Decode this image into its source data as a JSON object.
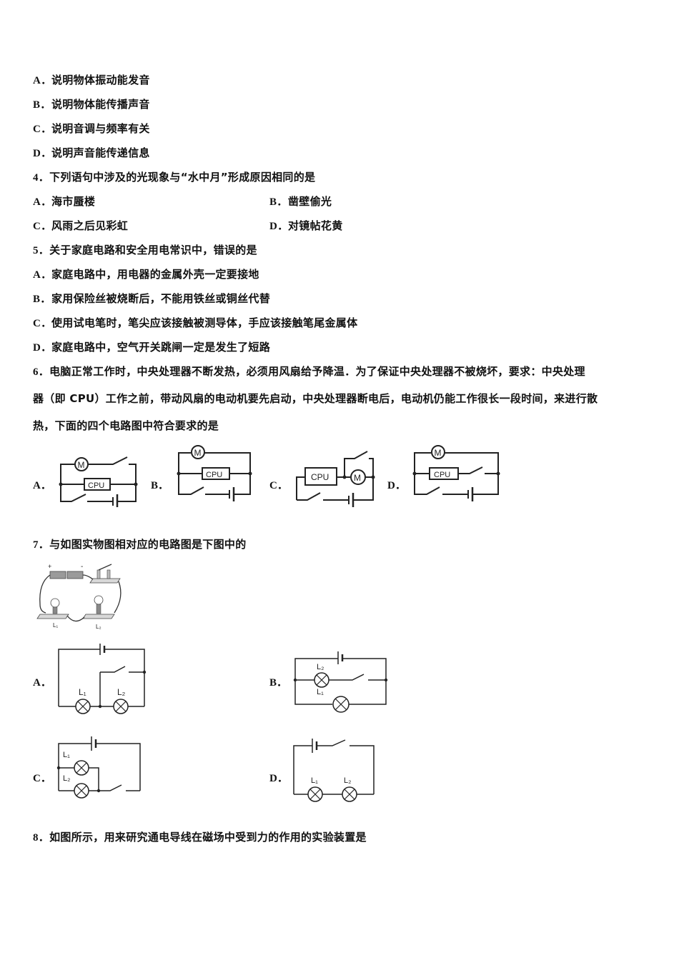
{
  "q3_options": [
    {
      "label": "A．",
      "text": "说明物体振动能发音"
    },
    {
      "label": "B．",
      "text": "说明物体能传播声音"
    },
    {
      "label": "C．",
      "text": "说明音调与频率有关"
    },
    {
      "label": "D．",
      "text": "说明声音能传递信息"
    }
  ],
  "q4": {
    "number": "4．",
    "stem": "下列语句中涉及的光现象与“水中月”形成原因相同的是",
    "options": [
      {
        "label": "A．",
        "text": "海市蜃楼"
      },
      {
        "label": "B．",
        "text": "凿壁偷光"
      },
      {
        "label": "C．",
        "text": "风雨之后见彩虹"
      },
      {
        "label": "D．",
        "text": "对镜帖花黄"
      }
    ]
  },
  "q5": {
    "number": "5．",
    "stem": "关于家庭电路和安全用电常识中，错误的是",
    "options": [
      {
        "label": "A．",
        "text": "家庭电路中，用电器的金属外壳一定要接地"
      },
      {
        "label": "B．",
        "text": "家用保险丝被烧断后，不能用铁丝或铜丝代替"
      },
      {
        "label": "C．",
        "text": "使用试电笔时，笔尖应该接触被测导体，手应该接触笔尾金属体"
      },
      {
        "label": "D．",
        "text": "家庭电路中，空气开关跳闸一定是发生了短路"
      }
    ]
  },
  "q6": {
    "number": "6．",
    "stem_lines": [
      "电脑正常工作时，中央处理器不断发热，必须用风扇给予降温．为了保证中央处理器不被烧坏，要求：中央处理",
      "器（即 CPU）工作之前，带动风扇的电动机要先启动，中央处理器断电后，电动机仍能工作很长一段时间，来进行散",
      "热，下面的四个电路图中符合要求的是"
    ],
    "options": [
      {
        "label": "A．",
        "cpu": "CPU",
        "motor": "M"
      },
      {
        "label": "B．",
        "cpu": "CPU",
        "motor": "M"
      },
      {
        "label": "C．",
        "cpu": "CPU",
        "motor": "M"
      },
      {
        "label": "D．",
        "cpu": "CPU",
        "motor": "M"
      }
    ]
  },
  "q7": {
    "number": "7．",
    "stem": "与如图实物图相对应的电路图是下图中的",
    "figure": {
      "plus": "+",
      "minus": "-",
      "l1": "L₁",
      "l2": "L₂"
    },
    "options": [
      {
        "label": "A．",
        "l1": "L₁",
        "l2": "L₂"
      },
      {
        "label": "B．",
        "l1": "L₁",
        "l2": "L₂"
      },
      {
        "label": "C．",
        "l1": "L₁",
        "l2": "L₂"
      },
      {
        "label": "D．",
        "l1": "L₁",
        "l2": "L₂"
      }
    ]
  },
  "q8": {
    "number": "8．",
    "stem": "如图所示，用来研究通电导线在磁场中受到力的作用的实验装置是"
  }
}
